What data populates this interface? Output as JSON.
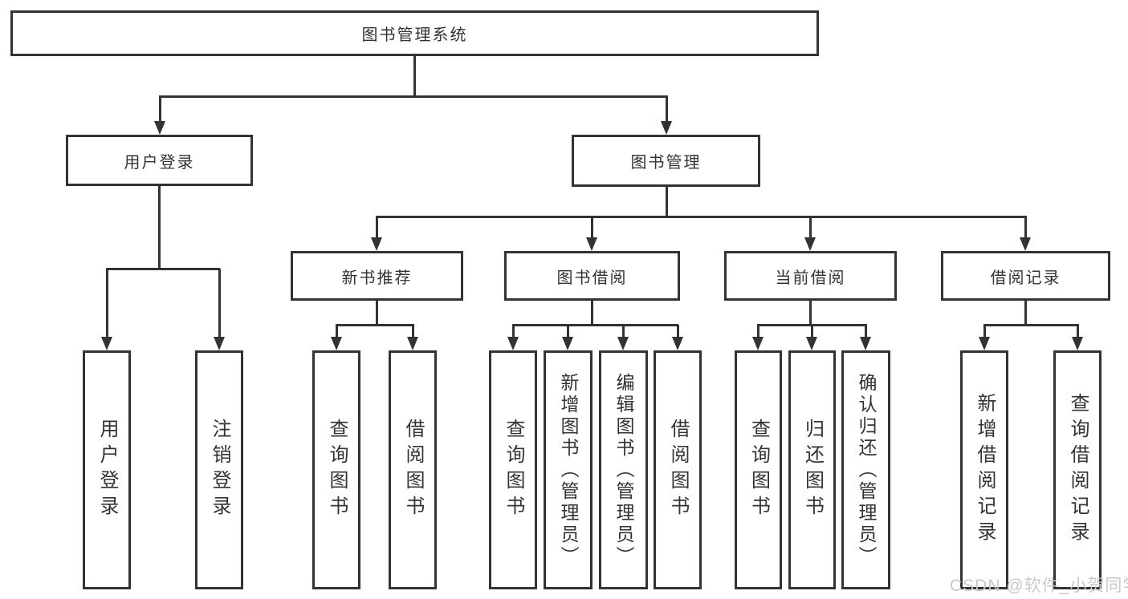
{
  "tree": {
    "label": "图书管理系统",
    "children": [
      {
        "label": "用户登录",
        "children": [
          {
            "label": "用户登录"
          },
          {
            "label": "注销登录"
          }
        ]
      },
      {
        "label": "图书管理",
        "children": [
          {
            "label": "新书推荐",
            "children": [
              {
                "label": "查询图书"
              },
              {
                "label": "借阅图书"
              }
            ]
          },
          {
            "label": "图书借阅",
            "children": [
              {
                "label": "查询图书"
              },
              {
                "label": "新增图书（管理员）"
              },
              {
                "label": "编辑图书（管理员）"
              },
              {
                "label": "借阅图书"
              }
            ]
          },
          {
            "label": "当前借阅",
            "children": [
              {
                "label": "查询图书"
              },
              {
                "label": "归还图书"
              },
              {
                "label": "确认归还（管理员）"
              }
            ]
          },
          {
            "label": "借阅记录",
            "children": [
              {
                "label": "新增借阅记录"
              },
              {
                "label": "查询借阅记录"
              }
            ]
          }
        ]
      }
    ]
  },
  "watermark": "CSDN @软件_小贺同学",
  "colors": {
    "line": "#333333",
    "text": "#333333",
    "background": "#ffffff",
    "watermark": "#c9c9c9"
  }
}
